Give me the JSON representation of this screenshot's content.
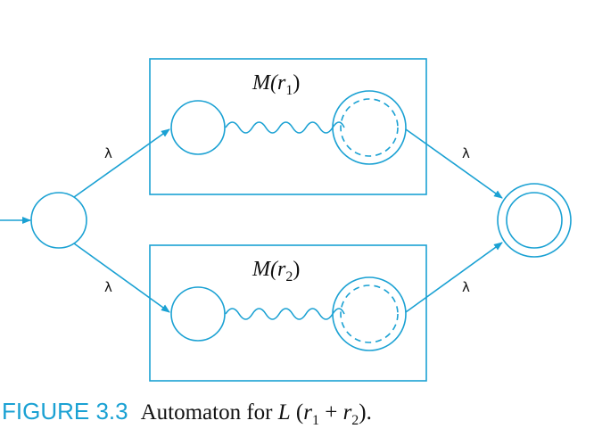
{
  "colors": {
    "stroke": "#1aa1d3",
    "text": "#111111",
    "figure_label": "#1aa1d3"
  },
  "diagram": {
    "machines": [
      {
        "label_base": "M(r",
        "label_sub": "1",
        "label_close": ")"
      },
      {
        "label_base": "M(r",
        "label_sub": "2",
        "label_close": ")"
      }
    ],
    "edge_labels": [
      "λ",
      "λ",
      "λ",
      "λ"
    ]
  },
  "caption": {
    "label": "FIGURE 3.3",
    "text": "Automaton for ",
    "math_L": "L",
    "math_open": " (",
    "math_r1": "r",
    "math_sub1": "1",
    "math_plus": " + ",
    "math_r2": "r",
    "math_sub2": "2",
    "math_close": ")."
  }
}
